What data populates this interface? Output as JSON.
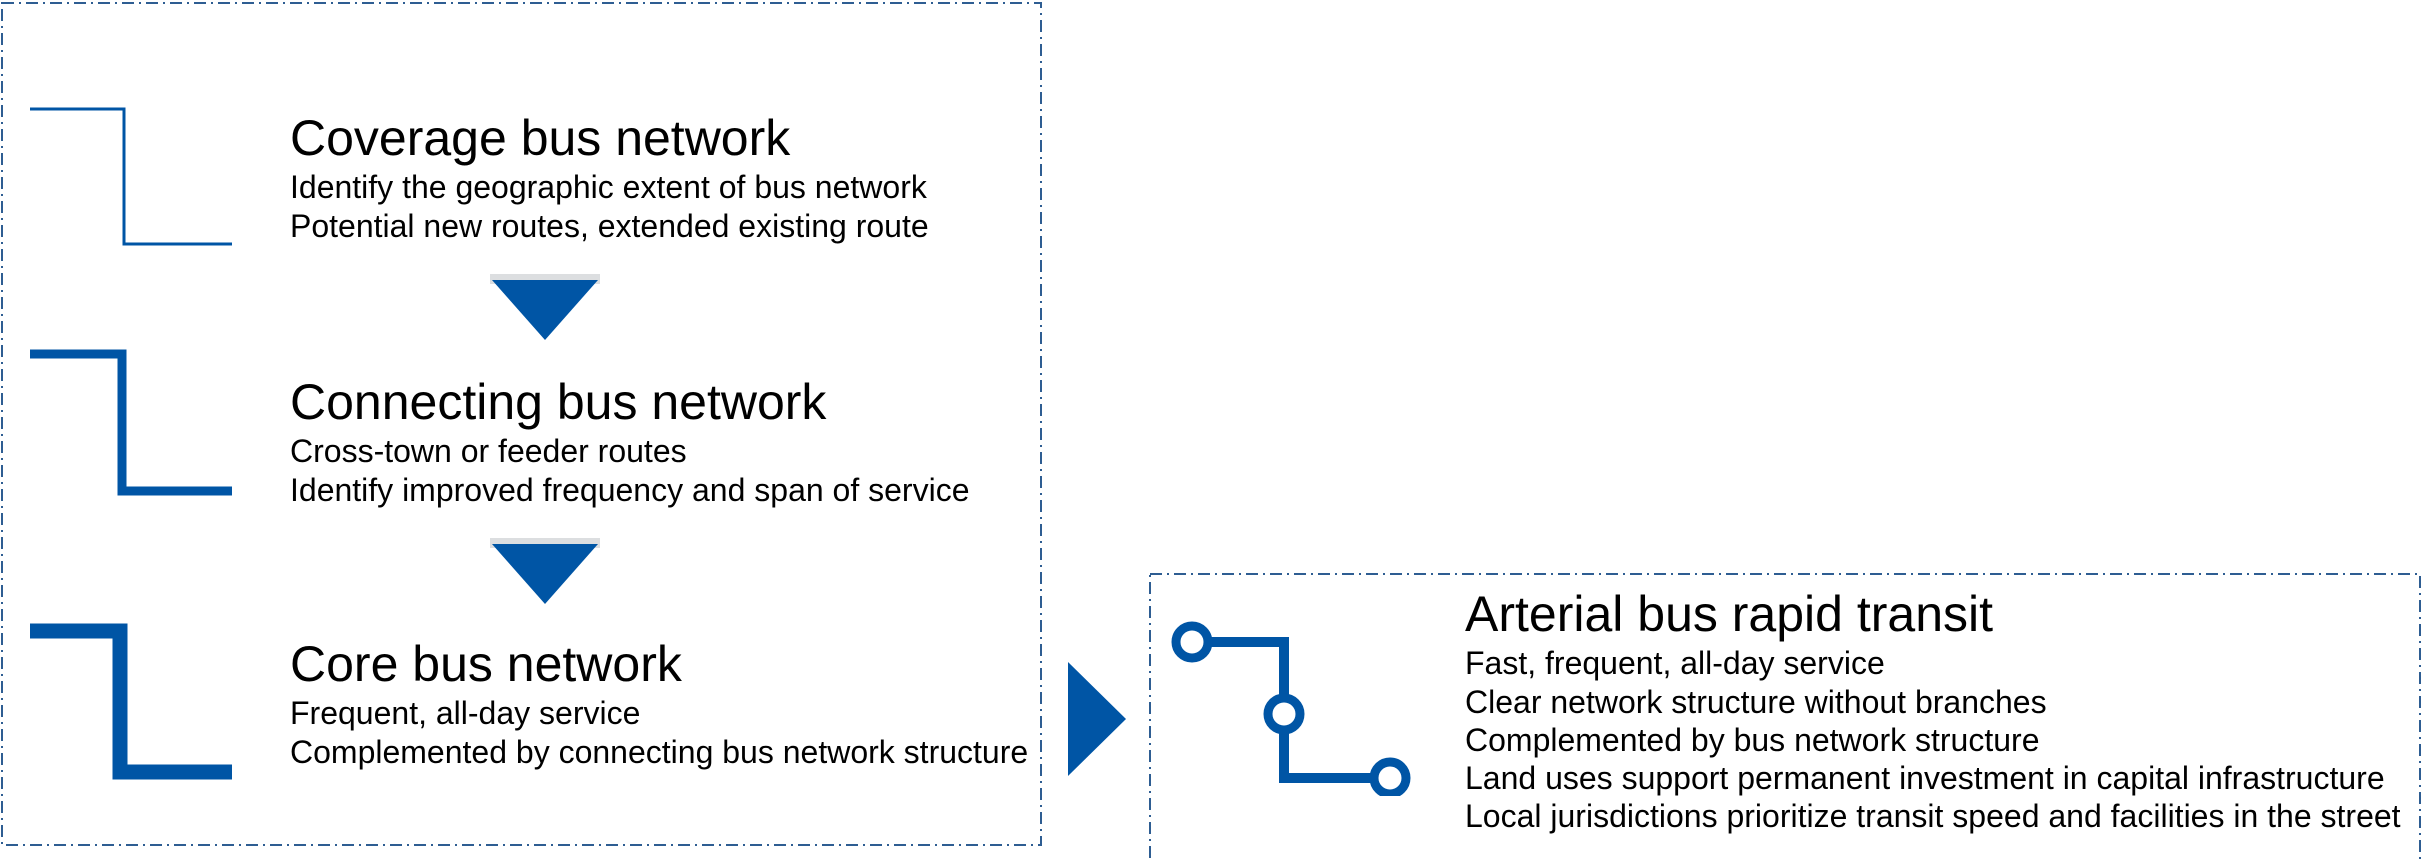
{
  "colors": {
    "accent": "#0055A5",
    "frame": "#2E5D92",
    "text": "#000000"
  },
  "stages": [
    {
      "title": "Coverage bus network",
      "lines": [
        "Identify the geographic extent of bus network",
        "Potential new routes, extended existing route"
      ]
    },
    {
      "title": "Connecting bus network",
      "lines": [
        "Cross-town or feeder routes",
        "Identify improved frequency and span of service"
      ]
    },
    {
      "title": "Core bus network",
      "lines": [
        "Frequent, all-day service",
        "Complemented by connecting bus network structure"
      ]
    }
  ],
  "brt": {
    "title": "Arterial bus rapid transit",
    "lines": [
      "Fast, frequent, all-day service",
      "Clear network structure without branches",
      "Complemented by bus network structure",
      "Land uses support permanent investment in capital infrastructure",
      "Local jurisdictions prioritize transit speed and facilities in the street"
    ]
  },
  "icons": {
    "coverage": "thin-step-line-icon",
    "connecting": "medium-step-line-icon",
    "core": "thick-step-line-icon",
    "brt": "transit-line-with-stations-icon",
    "down_arrows": "down-triangle-arrow-icon",
    "right_arrow": "right-triangle-arrow-icon"
  }
}
